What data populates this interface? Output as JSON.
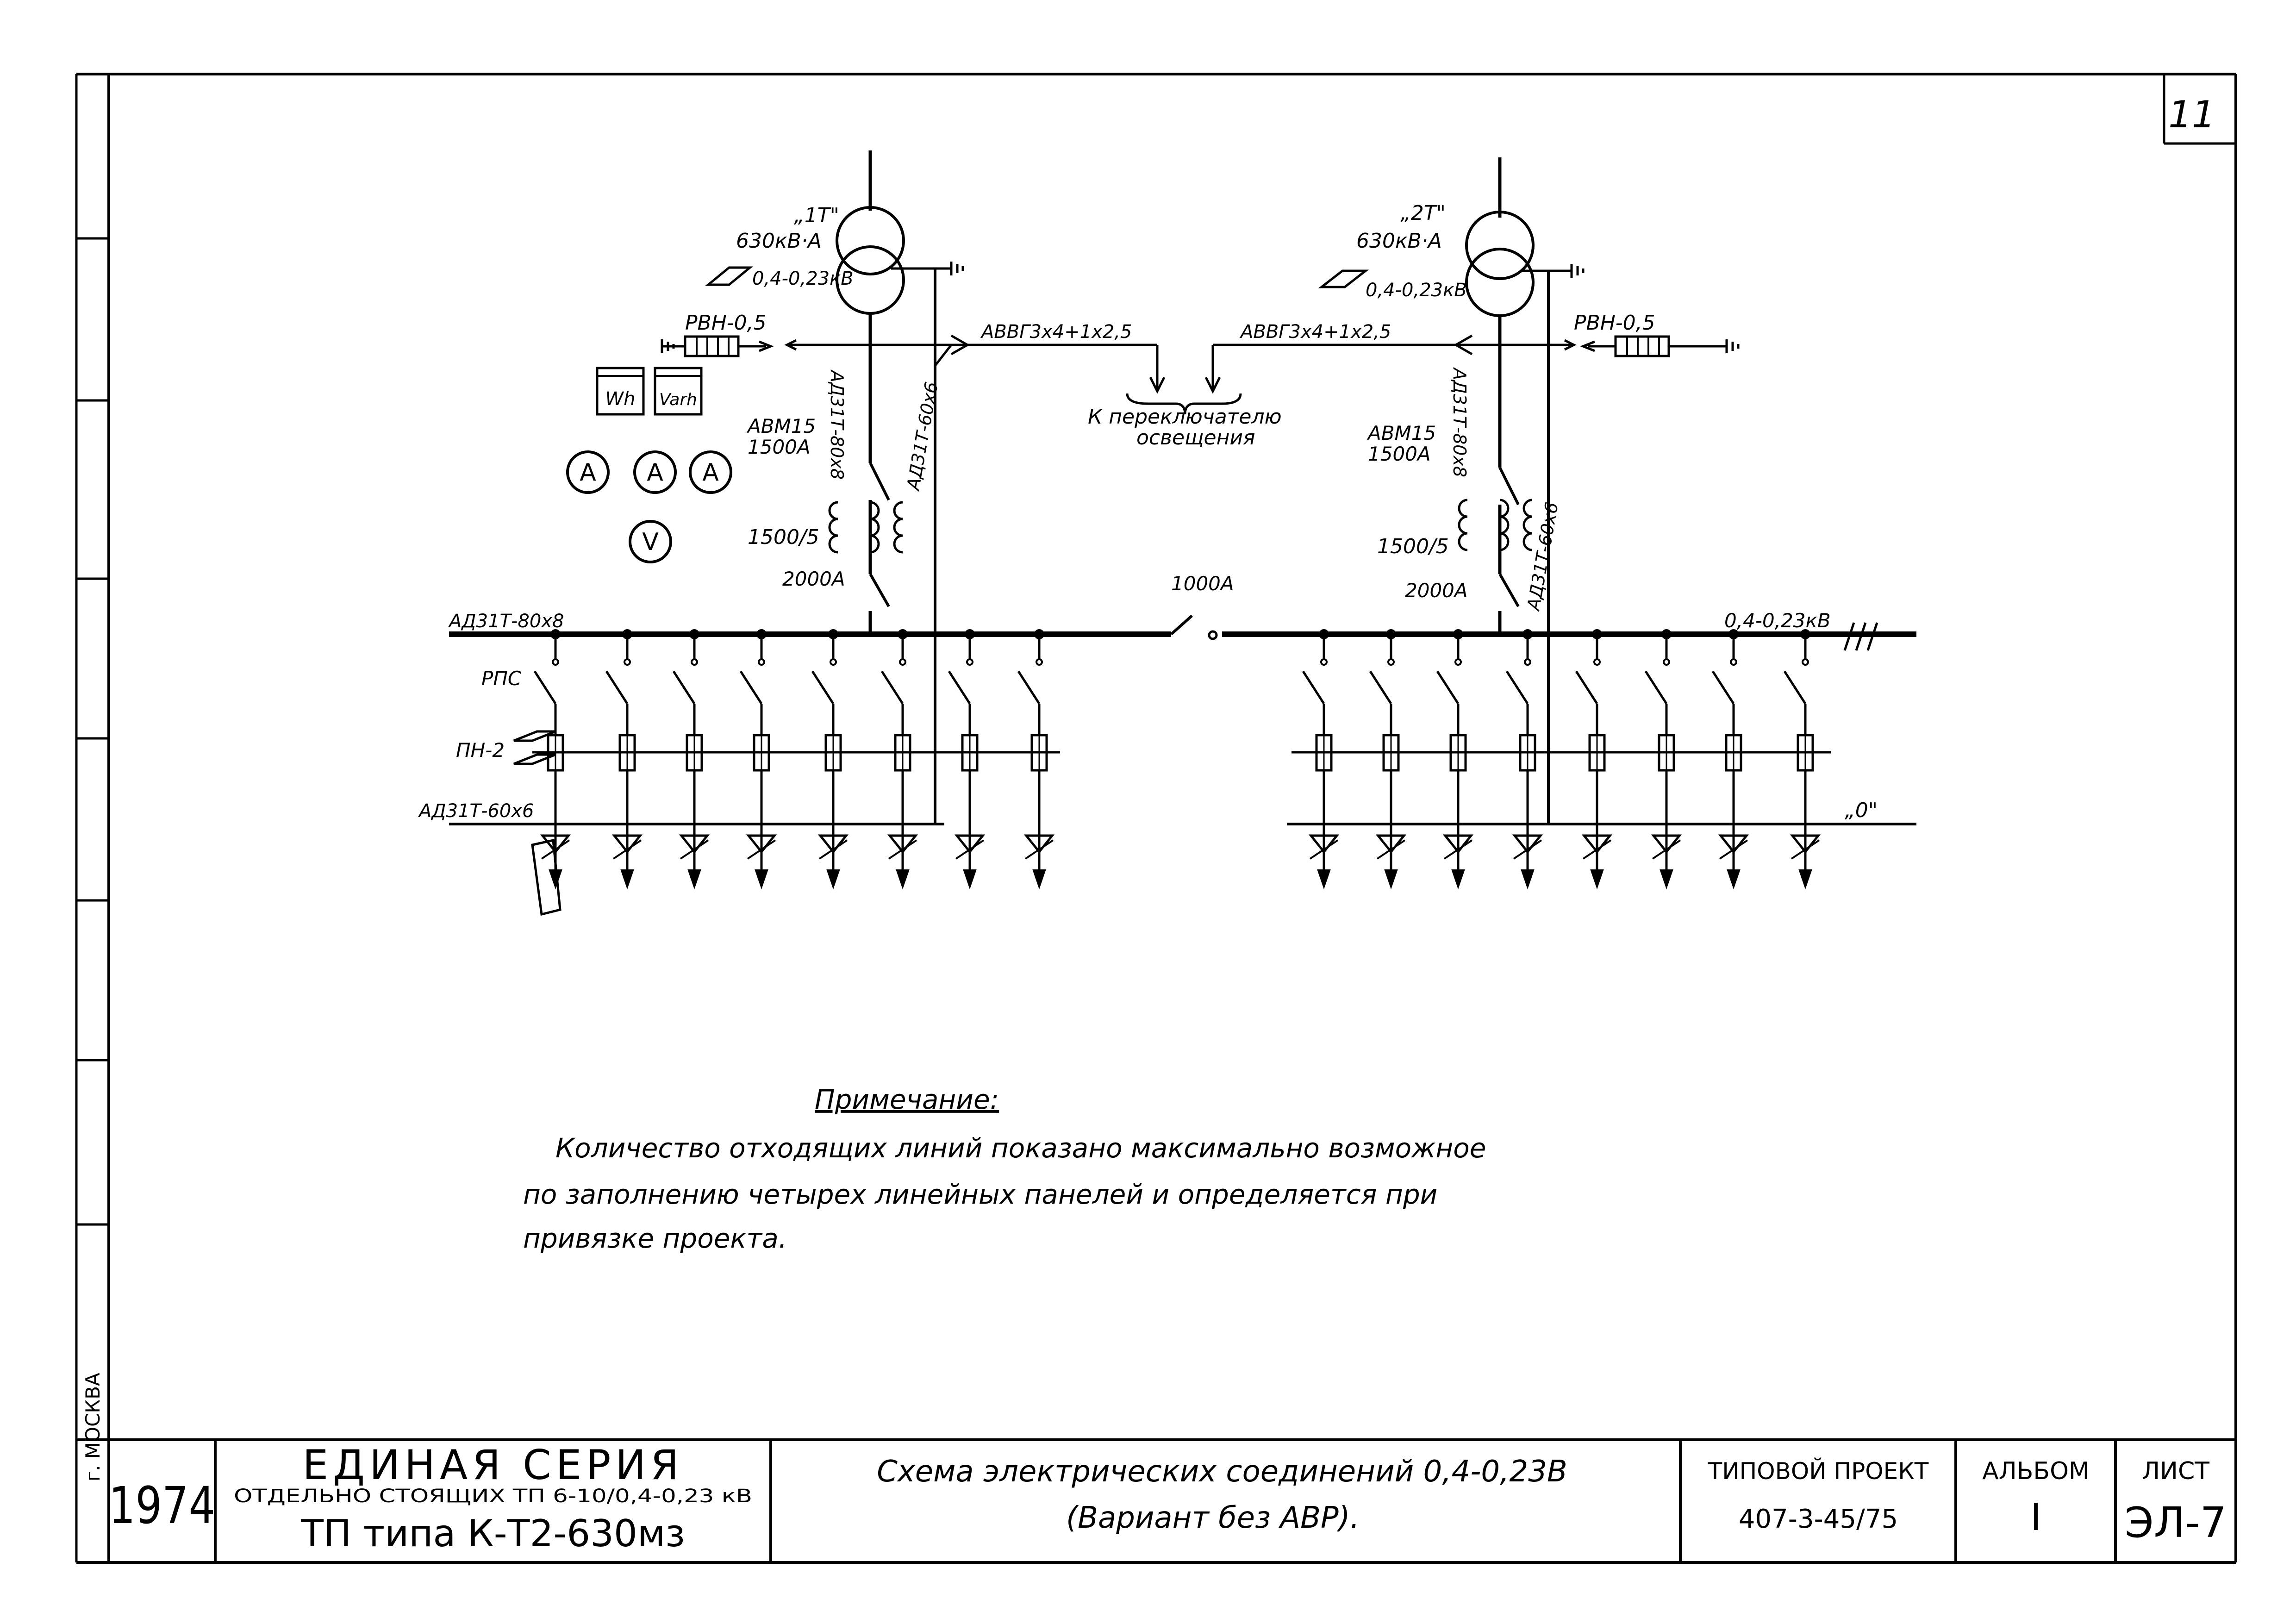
{
  "sheet_number": "11",
  "side_city": "г. МОСКВА",
  "transformers": [
    {
      "name": "„1Т\"",
      "power": "630кВ·А",
      "voltage": "0,4-0,23кВ"
    },
    {
      "name": "„2Т\"",
      "power": "630кВ·А",
      "voltage": "0,4-0,23кВ"
    }
  ],
  "labels": {
    "rvn_left": "РВН-0,5",
    "rvn_right": "РВН-0,5",
    "cable_left": "АВВГ3х4+1х2,5",
    "cable_right": "АВВГ3х4+1х2,5",
    "switch_to": [
      "К переключателю",
      "освещения"
    ],
    "bus_left_top": "АД31Т-80х8",
    "bus_right_top": "АД31Т-80х8",
    "bus_left_pe": "АД31Т-60х6",
    "bus_right_pe": "АД31Т-60х6",
    "breaker_left": [
      "АВМ15",
      "1500А"
    ],
    "breaker_right": [
      "АВМ15",
      "1500А"
    ],
    "ct_left": "1500/5",
    "ct_right": "1500/5",
    "rated_left": "2000А",
    "rated_right": "2000А",
    "sectional": "1000А",
    "main_bus_label": "АД31Т-80х8",
    "bus_voltage": "0,4-0,23кВ",
    "rps": "РПС",
    "pn2": "ПН-2",
    "pe_bus_label": "АД31Т-60х6",
    "neutral": "„0\""
  },
  "meters": {
    "wh": "Wh",
    "varh": "Varh",
    "ammeter": "A",
    "voltmeter": "V"
  },
  "note": {
    "title": "Примечание:",
    "lines": [
      "Количество отходящих линий показано максимально возможное",
      "по заполнению четырех линейных панелей и определяется при",
      "привязке проекта."
    ]
  },
  "title_block": {
    "year": "1974",
    "series_title": "ЕДИНАЯ СЕРИЯ",
    "series_sub": "ОТДЕЛЬНО СТОЯЩИХ ТП 6-10/0,4-0,23 кВ",
    "tp_type": "ТП типа К-Т2-630мз",
    "drawing_title_1": "Схема электрических соединений 0,4-0,23В",
    "drawing_title_2": "(Вариант без АВР).",
    "project_label": "ТИПОВОЙ ПРОЕКТ",
    "project_number": "407-3-45/75",
    "album_label": "АЛЬБОМ",
    "album_value": "I",
    "sheet_label": "ЛИСТ",
    "sheet_value": "ЭЛ-7"
  }
}
